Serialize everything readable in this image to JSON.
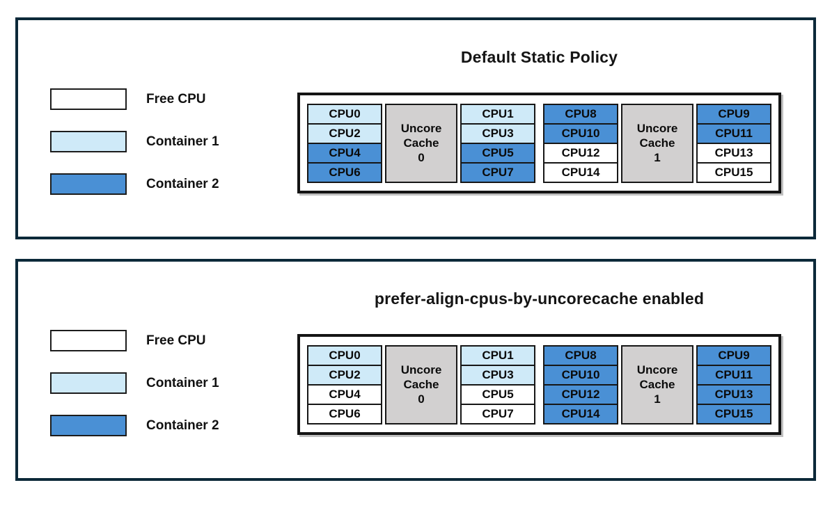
{
  "colors": {
    "free": "#ffffff",
    "container1": "#cfeaf8",
    "container2": "#4a90d5",
    "cache_block": "#d2d0d0",
    "panel_border": "#0c2939",
    "cell_border": "#161616"
  },
  "legend": {
    "items": [
      {
        "label": "Free CPU",
        "owner": "free"
      },
      {
        "label": "Container 1",
        "owner": "container1"
      },
      {
        "label": "Container 2",
        "owner": "container2"
      }
    ]
  },
  "panels": [
    {
      "title": "Default Static Policy",
      "groups": [
        {
          "cache_lines": [
            "Uncore",
            "Cache",
            "0"
          ],
          "left": [
            {
              "label": "CPU0",
              "owner": "container1"
            },
            {
              "label": "CPU2",
              "owner": "container1"
            },
            {
              "label": "CPU4",
              "owner": "container2"
            },
            {
              "label": "CPU6",
              "owner": "container2"
            }
          ],
          "right": [
            {
              "label": "CPU1",
              "owner": "container1"
            },
            {
              "label": "CPU3",
              "owner": "container1"
            },
            {
              "label": "CPU5",
              "owner": "container2"
            },
            {
              "label": "CPU7",
              "owner": "container2"
            }
          ]
        },
        {
          "cache_lines": [
            "Uncore",
            "Cache",
            "1"
          ],
          "left": [
            {
              "label": "CPU8",
              "owner": "container2"
            },
            {
              "label": "CPU10",
              "owner": "container2"
            },
            {
              "label": "CPU12",
              "owner": "free"
            },
            {
              "label": "CPU14",
              "owner": "free"
            }
          ],
          "right": [
            {
              "label": "CPU9",
              "owner": "container2"
            },
            {
              "label": "CPU11",
              "owner": "container2"
            },
            {
              "label": "CPU13",
              "owner": "free"
            },
            {
              "label": "CPU15",
              "owner": "free"
            }
          ]
        }
      ]
    },
    {
      "title": "prefer-align-cpus-by-uncorecache enabled",
      "groups": [
        {
          "cache_lines": [
            "Uncore",
            "Cache",
            "0"
          ],
          "left": [
            {
              "label": "CPU0",
              "owner": "container1"
            },
            {
              "label": "CPU2",
              "owner": "container1"
            },
            {
              "label": "CPU4",
              "owner": "free"
            },
            {
              "label": "CPU6",
              "owner": "free"
            }
          ],
          "right": [
            {
              "label": "CPU1",
              "owner": "container1"
            },
            {
              "label": "CPU3",
              "owner": "container1"
            },
            {
              "label": "CPU5",
              "owner": "free"
            },
            {
              "label": "CPU7",
              "owner": "free"
            }
          ]
        },
        {
          "cache_lines": [
            "Uncore",
            "Cache",
            "1"
          ],
          "left": [
            {
              "label": "CPU8",
              "owner": "container2"
            },
            {
              "label": "CPU10",
              "owner": "container2"
            },
            {
              "label": "CPU12",
              "owner": "container2"
            },
            {
              "label": "CPU14",
              "owner": "container2"
            }
          ],
          "right": [
            {
              "label": "CPU9",
              "owner": "container2"
            },
            {
              "label": "CPU11",
              "owner": "container2"
            },
            {
              "label": "CPU13",
              "owner": "container2"
            },
            {
              "label": "CPU15",
              "owner": "container2"
            }
          ]
        }
      ]
    }
  ]
}
